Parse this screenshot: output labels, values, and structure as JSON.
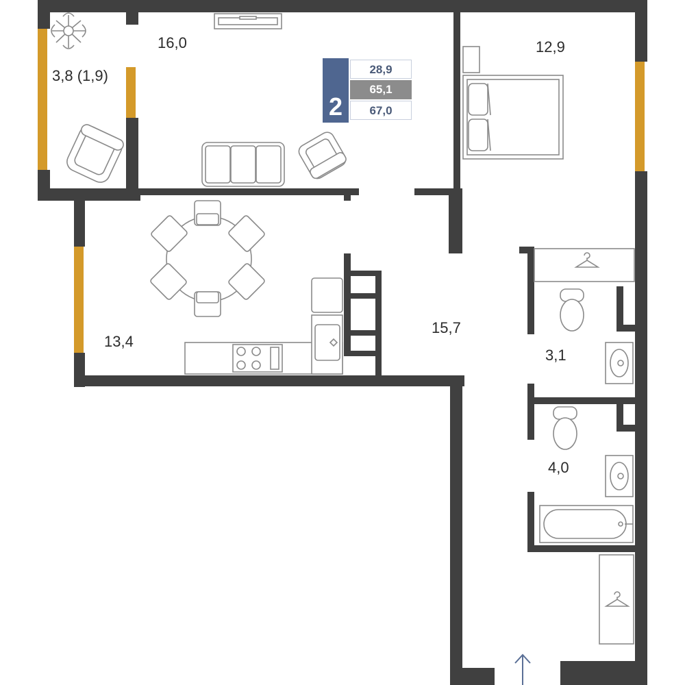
{
  "rooms": {
    "balcony": "3,8 (1,9)",
    "living": "16,0",
    "bedroom": "12,9",
    "kitchen": "13,4",
    "hall": "15,7",
    "bath1": "3,1",
    "bath2": "4,0"
  },
  "legend": {
    "room_count": "2",
    "living_area": "28,9",
    "total_area": "65,1",
    "total_with_balcony": "67,0"
  },
  "colors": {
    "wall": "#404040",
    "window": "#d49a2a",
    "legend_blue": "#4f6690",
    "legend_gray": "#8c8c8c",
    "entrance_arrow": "#5a6f96"
  },
  "icons": {
    "entrance": "arrow-up-icon",
    "hanger": "hanger-icon",
    "plant": "plant-icon"
  }
}
